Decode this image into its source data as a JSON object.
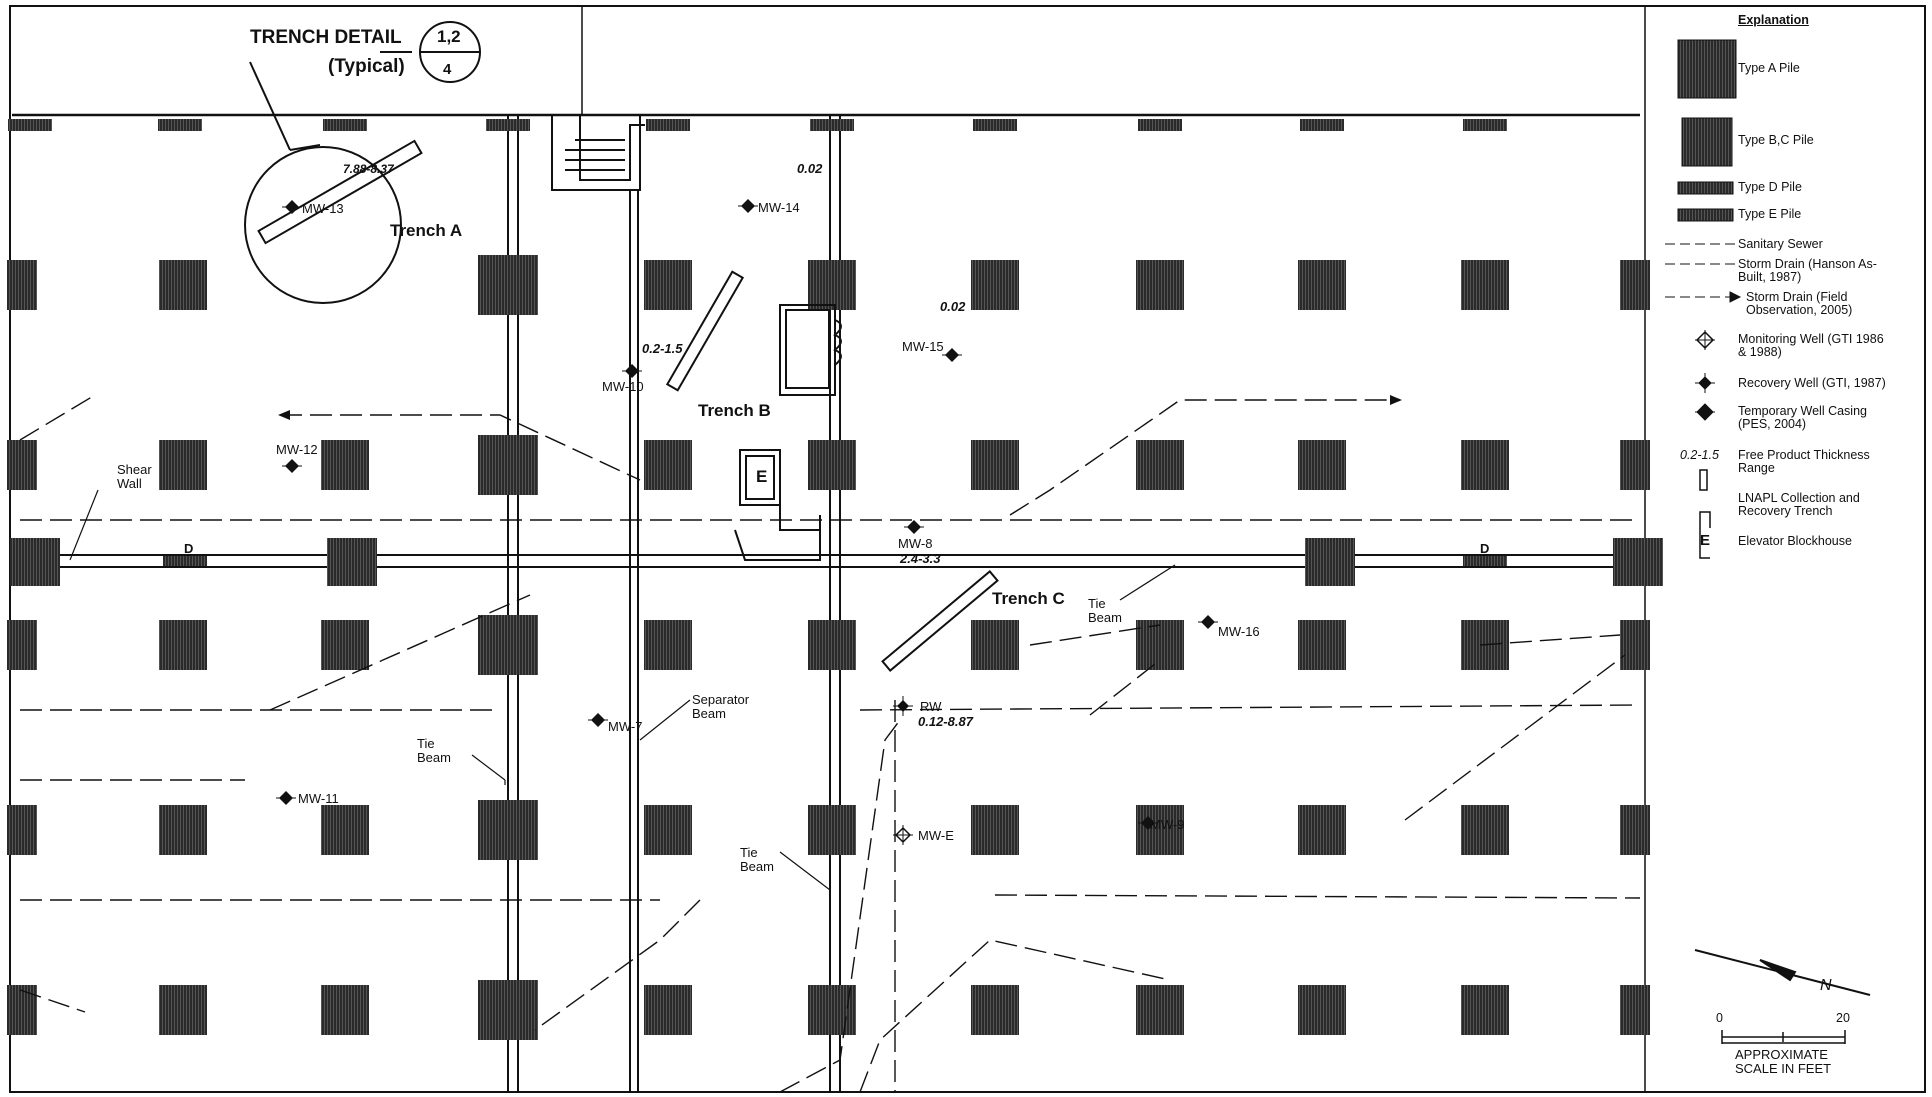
{
  "trench_detail": {
    "title": "TRENCH DETAIL",
    "subtitle": "(Typical)",
    "top": "1,2",
    "bottom": "4",
    "range": "7.88-8.37"
  },
  "wells": {
    "mw13": "MW-13",
    "mw14": "MW-14",
    "mw15": "MW-15",
    "mw10": "MW-10",
    "mw12": "MW-12",
    "mw8": "MW-8",
    "mw16": "MW-16",
    "mw7": "MW-7",
    "mw11": "MW-11",
    "mwe": "MW-E",
    "rw": "RW",
    "mw9": "MW-9"
  },
  "thickness": {
    "t1": "0.02",
    "t2": "0.02",
    "t3": "0.2-1.5",
    "t4": "2.4-3.3",
    "t5": "0.12-8.87"
  },
  "trenches": {
    "a": "Trench A",
    "b": "Trench B",
    "c": "Trench C"
  },
  "labels": {
    "shear_wall": "Shear Wall",
    "tie_beam": "Tie Beam",
    "separator_beam": "Separator Beam",
    "elevator": "E",
    "d": "D"
  },
  "legend": {
    "title": "Explanation",
    "items": [
      {
        "key": "pile_a",
        "label": "Type A Pile"
      },
      {
        "key": "pile_bc",
        "label": "Type B,C Pile"
      },
      {
        "key": "pile_d",
        "label": "Type D Pile"
      },
      {
        "key": "pile_e",
        "label": "Type E Pile"
      },
      {
        "key": "sanitary",
        "label": "Sanitary Sewer"
      },
      {
        "key": "storm_hansen",
        "label": "Storm Drain (Hanson As-Built, 1987)"
      },
      {
        "key": "storm_field",
        "label": "Storm Drain (Field Observation, 2005)"
      },
      {
        "key": "mw",
        "label": "Monitoring Well (GTI 1986 & 1988)"
      },
      {
        "key": "rw",
        "label": "Recovery Well (GTI, 1987)"
      },
      {
        "key": "temp",
        "label": "Temporary Well Casing (PES, 2004)"
      },
      {
        "key": "fp",
        "label": "Free Product Thickness Range",
        "symbol": "0.2-1.5"
      },
      {
        "key": "lnapl",
        "label": "LNAPL Collection and Recovery Trench"
      },
      {
        "key": "elev",
        "label": "Elevator Blockhouse",
        "symbol": "E"
      }
    ]
  },
  "scale": {
    "zero": "0",
    "max": "20",
    "caption1": "APPROXIMATE",
    "caption2": "SCALE IN FEET",
    "north": "N"
  },
  "colors": {
    "ink": "#111111",
    "pile": "#3a3a3a",
    "paper": "#ffffff"
  }
}
